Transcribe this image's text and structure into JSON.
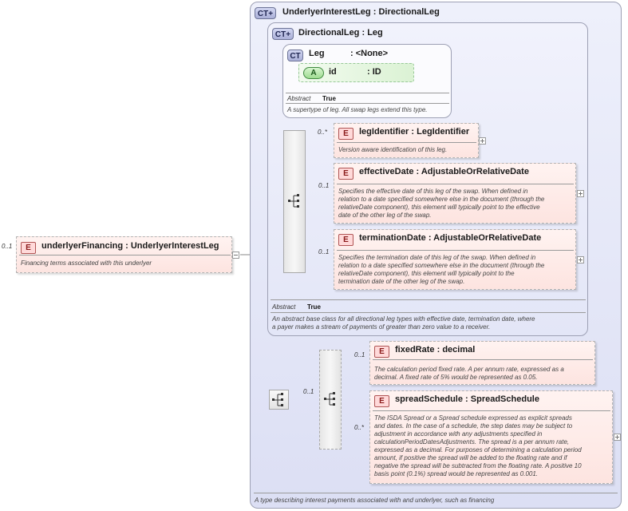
{
  "root": {
    "occurrence": "0..1",
    "kind": "E",
    "name": "underlyerFinancing",
    "type": ": UnderlyerInterestLeg",
    "doc": "Financing terms associated with this underlyer"
  },
  "underlyer_interest_leg": {
    "kind": "CT",
    "name": "UnderlyerInterestLeg",
    "base": ": DirectionalLeg",
    "doc": "A type describing interest payments associated with and underlyer, such as financing"
  },
  "directional_leg": {
    "kind": "CT",
    "name": "DirectionalLeg",
    "base": ": Leg",
    "abstract_label": "Abstract",
    "abstract_value": "True",
    "doc_lines": [
      "An abstract base class for all directional leg types with effective date, termination date, where",
      "a payer makes a stream of payments of greater than zero value to a receiver."
    ]
  },
  "leg": {
    "kind": "CT",
    "name": "Leg",
    "base": ": <None>",
    "attribute": {
      "kind": "A",
      "name": "id",
      "type": ": ID"
    },
    "abstract_label": "Abstract",
    "abstract_value": "True",
    "doc": "A supertype of leg. All swap legs extend this type."
  },
  "directional_elements": [
    {
      "occurrence": "0..*",
      "kind": "E",
      "name": "legIdentifier",
      "type": ": LegIdentifier",
      "doc_lines": [
        "Version aware identification of this leg."
      ]
    },
    {
      "occurrence": "0..1",
      "kind": "E",
      "name": "effectiveDate",
      "type": ": AdjustableOrRelativeDate",
      "doc_lines": [
        "Specifies the effective date of this leg of the swap. When defined in",
        "relation to a date specified somewhere else in the document (through the",
        "relativeDate component), this element will typically point to the effective",
        "date of the other leg of the swap."
      ]
    },
    {
      "occurrence": "0..1",
      "kind": "E",
      "name": "terminationDate",
      "type": ": AdjustableOrRelativeDate",
      "doc_lines": [
        "Specifies the termination date of this leg of the swap. When defined in",
        "relation to a date specified somewhere else in the document (through the",
        "relativeDate component), this element will typically point to the",
        "termination date of the other leg of the swap."
      ]
    }
  ],
  "outer_sequence_occurrence": "0..1",
  "rate_elements": [
    {
      "occurrence": "0..1",
      "kind": "E",
      "name": "fixedRate",
      "type": ": decimal",
      "doc_lines": [
        "The calculation period fixed rate. A per annum rate, expressed as a",
        "decimal. A fixed rate of 5% would be represented as 0.05."
      ]
    },
    {
      "occurrence": "0..*",
      "kind": "E",
      "name": "spreadSchedule",
      "type": ": SpreadSchedule",
      "doc_lines": [
        "The ISDA Spread or a Spread schedule expressed as explicit spreads",
        "and dates. In the case of a schedule, the step dates may be subject to",
        "adjustment in accordance with any adjustments specified in",
        "calculationPeriodDatesAdjustments. The spread is a per annum rate,",
        "expressed as a decimal. For purposes of determining a calculation period",
        "amount, if positive the spread will be added to the floating rate and if",
        "negative the spread will be subtracted from the floating rate. A positive 10",
        "basis point (0.1%) spread would be represented as 0.001."
      ]
    }
  ]
}
